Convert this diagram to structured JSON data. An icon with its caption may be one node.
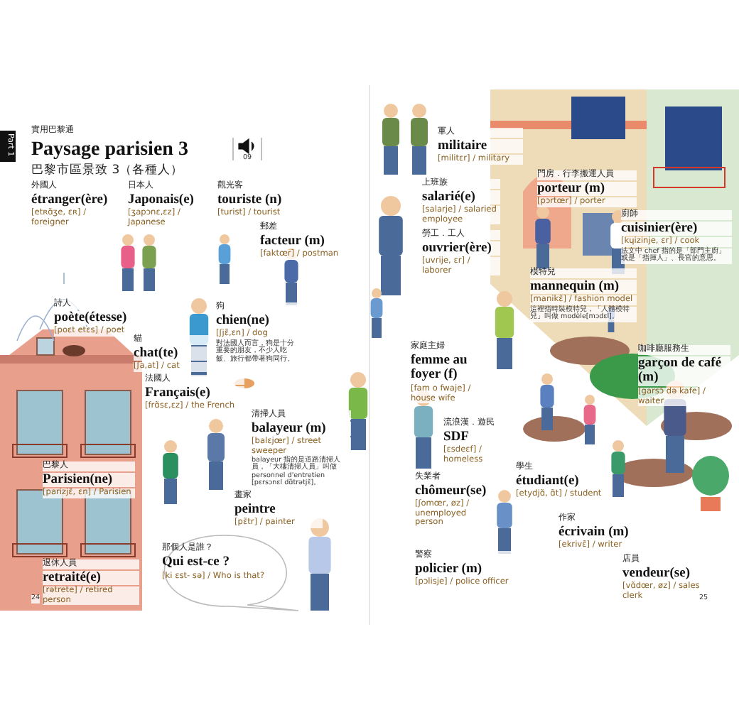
{
  "diagram": {
    "title": "Paysage parisien 3",
    "nodes": [
      {
        "text": [
          "那個人是誰？",
          "Qui est-ce ?",
          "[ki ɛst- sə] / Who is that?"
        ]
      }
    ],
    "labels": [
      "Part 1",
      "實用巴黎通",
      "09",
      "巴黎市區景致 3（各種人）",
      "外國人",
      "étranger(ère)",
      "[etʀɑ̃ʒe, ɛʀ] / foreigner",
      "日本人",
      "Japonais(e)",
      "[ʒapɔnɛ,ɛz] / Japanese",
      "觀光客",
      "touriste (n)",
      "[turist] / tourist",
      "郵差",
      "facteur (m)",
      "[faktœr] / postman",
      "詩人",
      "poète(étesse)",
      "[poɛt etɛs] / poet",
      "狗",
      "chien(ne)",
      "[ʃjɛ̃,ɛn] / dog",
      "對法國人而言，狗是十分重要的朋友，不少人吃飯、旅行都帶著狗同行。",
      "貓",
      "chat(te)",
      "[ʃa,at] / cat",
      "法國人",
      "Français(e)",
      "[frɑ̃sɛ,ɛz] / the French",
      "清掃人員",
      "balayeur (m)",
      "[balɛjœr] / street sweeper",
      "balayeur 指的是道路清掃人員，「大樓清掃人員」叫做 personnel d'entretien [pɛrsɔnɛl dɑ̃trətjɛ̃]。",
      "巴黎人",
      "Parisien(ne)",
      "[parizjɛ̃, ɛn] / Parisien",
      "畫家",
      "peintre",
      "[pɛ̃tr] / painter",
      "退休人員",
      "retraité(e)",
      "[rətrete] / retired person",
      "24",
      "軍人",
      "militaire",
      "[militɛr] / military",
      "門房．行李搬運人員",
      "porteur (m)",
      "[pɔrtœr] / porter",
      "上班族",
      "salarié(e)",
      "[salarje] / salaried employee",
      "廚師",
      "cuisinier(ère)",
      "[kɥizinje, ɛr] / cook",
      "法文中 chef 指的是「部門主廚」或是「指揮人」、長官的意思。",
      "勞工．工人",
      "ouvrier(ère)",
      "[uvrije, ɛr] / laborer",
      "模特兒",
      "mannequin (m)",
      "[manikɛ̃] / fashion model",
      "這裡指時裝模特兒，「人體模特兒」叫做 modèle[mɔdɛl]。",
      "家庭主婦",
      "femme au foyer (f)",
      "[fam o fwaje] / house wife",
      "咖啡廳服務生",
      "garçon de café (m)",
      "[garsɔ̃ də kafe] / waiter",
      "流浪漢．遊民",
      "SDF",
      "[ɛsdeɛf] / homeless",
      "學生",
      "étudiant(e)",
      "[etydjɑ̃, ɑ̃t] / student",
      "失業者",
      "chômeur(se)",
      "[ʃomœr, øz] / unemployed person",
      "作家",
      "écrivain (m)",
      "[ekrivɛ̃] / writer",
      "警察",
      "policier (m)",
      "[pɔlisje] / police officer",
      "店員",
      "vendeur(se)",
      "[vɑ̃dœr, øz] / sales clerk",
      "25"
    ]
  }
}
